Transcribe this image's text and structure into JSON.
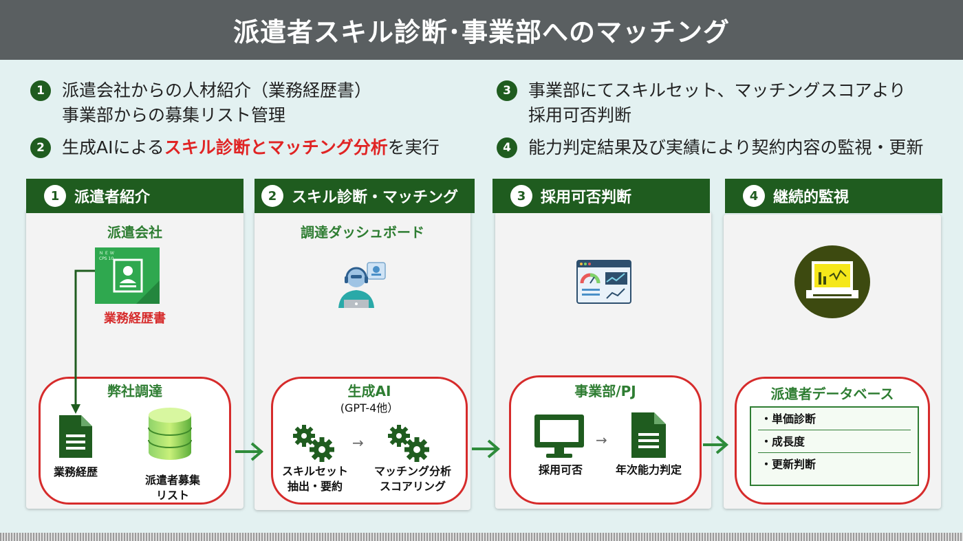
{
  "title": "派遣者スキル診断･事業部へのマッチング",
  "bullets": [
    {
      "num": "1",
      "line1": "派遣会社からの人材紹介（業務経歴書）",
      "line2": "事業部からの募集リスト管理"
    },
    {
      "num": "2",
      "pre": "生成AIによる",
      "highlight": "スキル診断とマッチング分析",
      "post": "を実行"
    },
    {
      "num": "3",
      "line1": "事業部にてスキルセット、マッチングスコアより",
      "line2": "採用可否判断"
    },
    {
      "num": "4",
      "line1": "能力判定結果及び実績により契約内容の監視・更新"
    }
  ],
  "phases": [
    {
      "num": "1",
      "label": "派遣者紹介"
    },
    {
      "num": "2",
      "label": "スキル診断・マッチング"
    },
    {
      "num": "3",
      "label": "採用可否判断"
    },
    {
      "num": "4",
      "label": "継続的監視"
    }
  ],
  "card1": {
    "company": "派遣会社",
    "resume_doc_label": "業務経歴書",
    "doc_tag_top": "Ｎ Ｅ Ｗ",
    "doc_tag_bottom": "CPS 10",
    "oval_title": "弊社調達",
    "doc_label": "業務経歴",
    "db_label_1": "派遣者募集",
    "db_label_2": "リスト"
  },
  "card2": {
    "subtitle": "調達ダッシュボード",
    "oval_title": "生成AI",
    "oval_subtitle": "(GPT-4他）",
    "gear1_l1": "スキルセット",
    "gear1_l2": "抽出・要約",
    "gear2_l1": "マッチング分析",
    "gear2_l2": "スコアリング"
  },
  "card3": {
    "oval_title": "事業部/PJ",
    "left_label": "採用可否",
    "right_label": "年次能力判定"
  },
  "card4": {
    "oval_title": "派遣者データベース",
    "rows": [
      "・単価診断",
      "・成長度",
      "・更新判断"
    ]
  },
  "arrow_glyph": "→",
  "colors": {
    "header_bg": "#5a5f61",
    "phase_green": "#1f5c1f",
    "accent_red": "#d62b2b",
    "label_green": "#2e7d32"
  }
}
